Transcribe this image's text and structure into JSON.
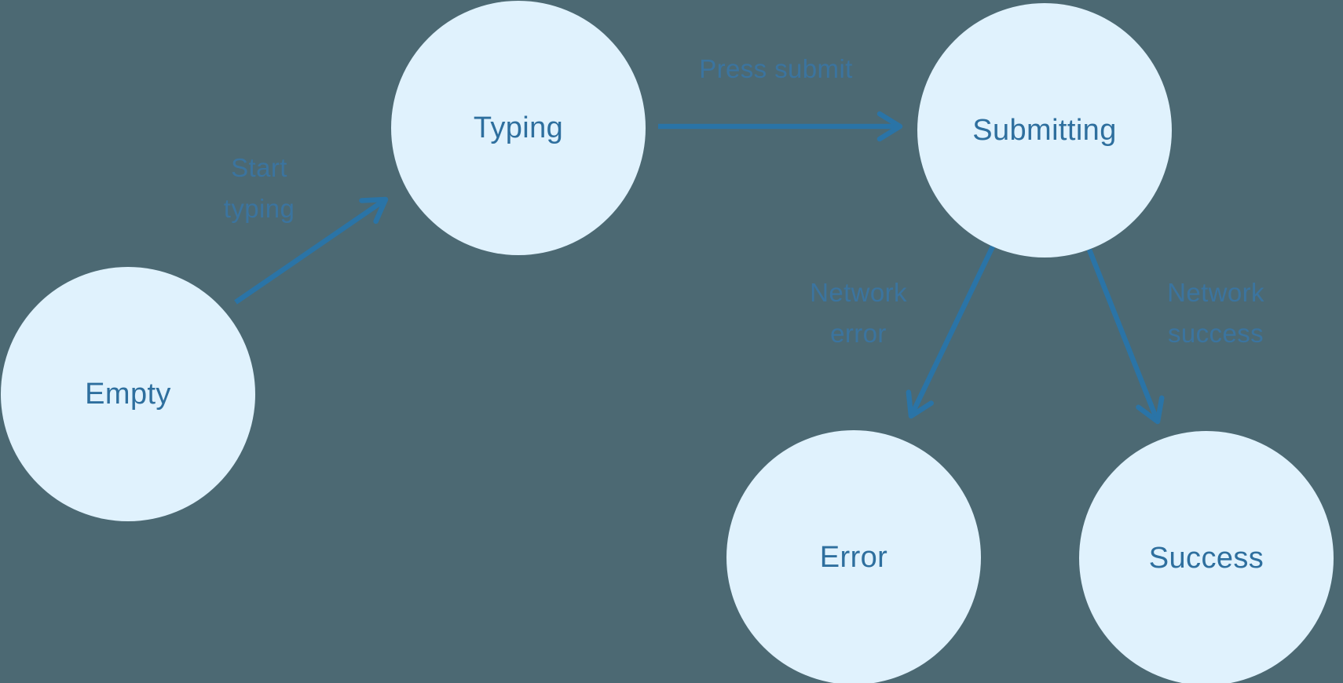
{
  "diagram": {
    "type": "state-machine",
    "colors": {
      "background": "#4c6973",
      "node_fill": "#e0f2fd",
      "node_text": "#2e6f9e",
      "edge_label_text": "#3b749f",
      "arrow": "#2a74a7"
    },
    "states": {
      "empty": {
        "label": "Empty"
      },
      "typing": {
        "label": "Typing"
      },
      "submitting": {
        "label": "Submitting"
      },
      "error": {
        "label": "Error"
      },
      "success": {
        "label": "Success"
      }
    },
    "transitions": {
      "start_typing": {
        "from": "Empty",
        "to": "Typing",
        "lines": [
          "Start",
          "typing"
        ]
      },
      "press_submit": {
        "from": "Typing",
        "to": "Submitting",
        "lines": [
          "Press submit"
        ]
      },
      "network_error": {
        "from": "Submitting",
        "to": "Error",
        "lines": [
          "Network",
          "error"
        ]
      },
      "network_success": {
        "from": "Submitting",
        "to": "Success",
        "lines": [
          "Network",
          "success"
        ]
      }
    }
  }
}
